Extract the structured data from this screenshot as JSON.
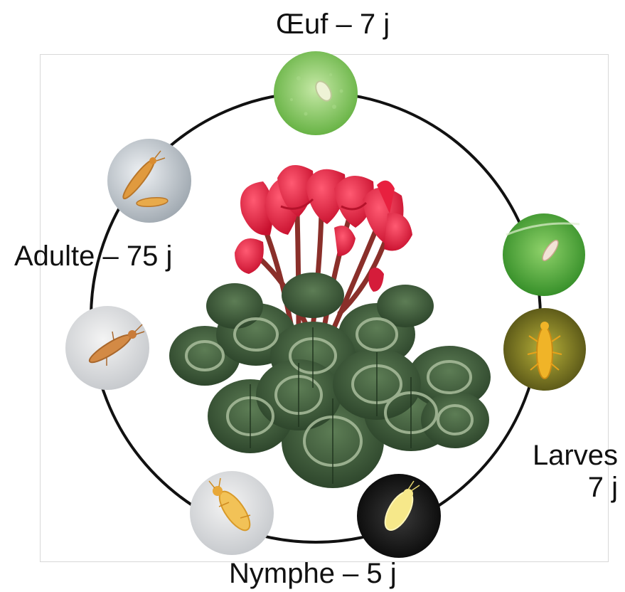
{
  "labels": {
    "egg": "Œuf – 7 j",
    "adult": "Adulte – 75 j",
    "nymph": "Nymphe – 5 j",
    "larvae_name": "Larves",
    "larvae_duration": "7 j"
  },
  "colors": {
    "cycle_ring": "#111111",
    "petal": "#e8203f",
    "petal_dark": "#b5122b",
    "leaf": "#3f5e3a",
    "leaf_marbling": "#a9bd9c",
    "stem": "#8a2f2a",
    "green_photo": "#55a83a",
    "yellow_photo": "#8d8a1c",
    "pale_photo": "#dcdcdc",
    "black_photo": "#151515",
    "insect_orange": "#d9953a",
    "insect_yellow": "#f0d060"
  },
  "stages": [
    {
      "id": "egg",
      "photo": "green",
      "subject": "egg"
    },
    {
      "id": "larva-1",
      "photo": "green",
      "subject": "larva"
    },
    {
      "id": "larva-2",
      "photo": "yellow",
      "subject": "larva"
    },
    {
      "id": "nymph-1",
      "photo": "black",
      "subject": "nymph"
    },
    {
      "id": "nymph-2",
      "photo": "pale",
      "subject": "nymph"
    },
    {
      "id": "adult-1",
      "photo": "pale",
      "subject": "adult"
    },
    {
      "id": "adult-2",
      "photo": "pale",
      "subject": "adult-pair"
    }
  ]
}
